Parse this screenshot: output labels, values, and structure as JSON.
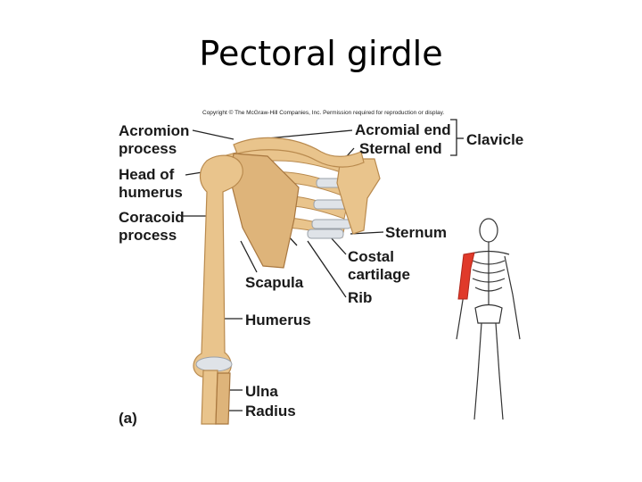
{
  "slide": {
    "title": "Pectoral girdle",
    "copyright": "Copyright © The McGraw-Hill Companies, Inc. Permission required for reproduction or display."
  },
  "labels": {
    "acromion_process": [
      "Acromion",
      "process"
    ],
    "head_of_humerus": [
      "Head of",
      "humerus"
    ],
    "coracoid_process": [
      "Coracoid",
      "process"
    ],
    "acromial_end": "Acromial end",
    "sternal_end": "Sternal end",
    "clavicle": "Clavicle",
    "sternum": "Sternum",
    "costal_cartilage": [
      "Costal",
      "cartilage"
    ],
    "scapula": "Scapula",
    "rib": "Rib",
    "humerus": "Humerus",
    "ulna": "Ulna",
    "radius": "Radius",
    "panel": "(a)"
  },
  "colors": {
    "bone": "#e9c48c",
    "bone_shadow": "#b98a4e",
    "cartilage": "#dfe3e8",
    "highlight": "#e03a2a",
    "skeleton_outline": "#333333"
  }
}
